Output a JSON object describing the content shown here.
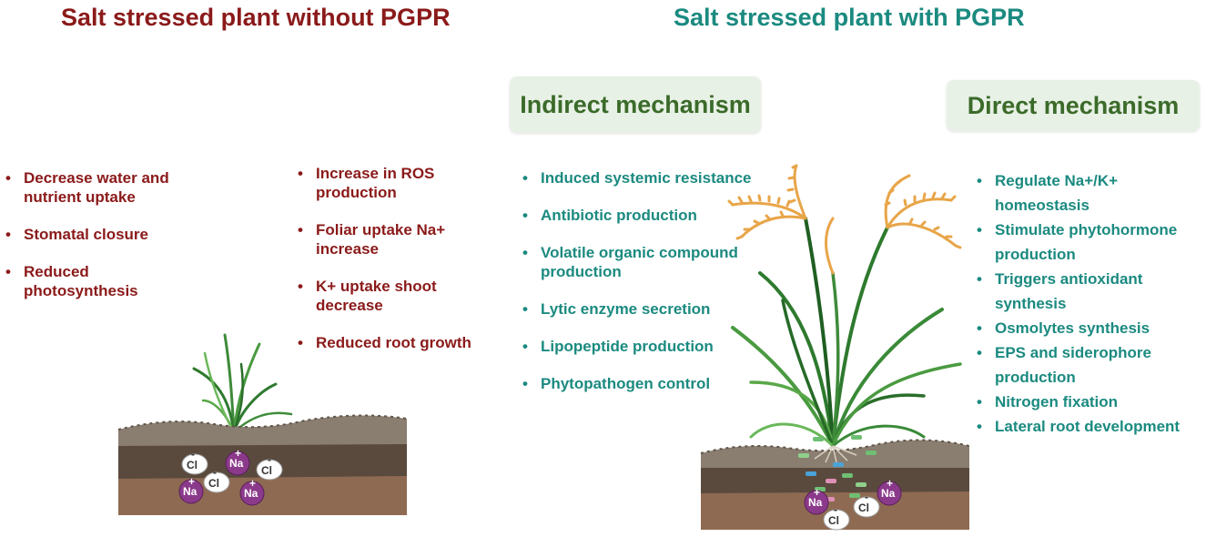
{
  "titles": {
    "without": "Salt stressed plant without PGPR",
    "with": "Salt stressed plant with PGPR"
  },
  "mechanisms": {
    "indirect": "Indirect mechanism",
    "direct": "Direct mechanism"
  },
  "without_effects_col1": [
    "Decrease water and nutrient uptake",
    "Stomatal closure",
    "Reduced photosynthesis"
  ],
  "without_effects_col2": [
    "Increase in ROS production",
    "Foliar uptake Na+ increase",
    "K+ uptake shoot decrease",
    "Reduced root growth"
  ],
  "indirect_items": [
    "Induced systemic resistance",
    "Antibiotic production",
    "Volatile organic compound production",
    "Lytic enzyme secretion",
    "Lipopeptide production",
    "Phytopathogen control"
  ],
  "direct_items": [
    "Regulate Na+/K+ homeostasis",
    "Stimulate phytohormone production",
    "Triggers antioxidant synthesis",
    "Osmolytes synthesis",
    "EPS and siderophore production",
    "Nitrogen fixation",
    "Lateral root development"
  ],
  "ions": {
    "na": "Na",
    "cl": "Cl",
    "plus": "+",
    "minus": "-"
  },
  "colors": {
    "dark_red": "#8b1a1a",
    "teal": "#1b8a80",
    "box_bg": "#e8f1e6",
    "box_text": "#3b6b2a",
    "na_ion": "#8b3a8b"
  }
}
